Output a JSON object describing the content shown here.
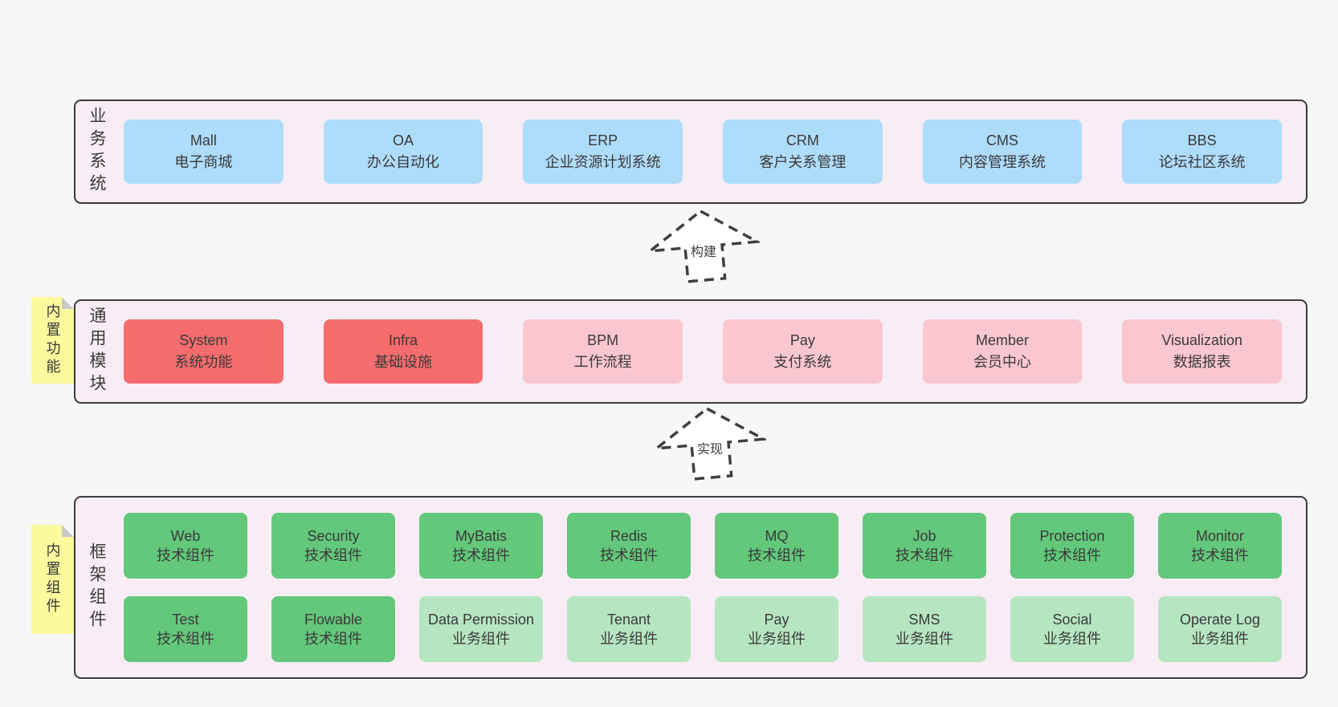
{
  "colors": {
    "page_background": "#f7f7f7",
    "container_fill": "#f8edf5",
    "container_border": "#3b3b3b",
    "blue_box": "#aedcfb",
    "red_box": "#f56c6c",
    "pink_box": "#fac6d0",
    "green_box": "#63c87a",
    "light_green_box": "#b6e6c1",
    "note_yellow": "#fbfa9d",
    "note_fold_gray": "#c9c9c9",
    "text": "#3a3a3a"
  },
  "layers": {
    "business": {
      "label": "业务系统",
      "boxes": [
        {
          "title": "Mall",
          "subtitle": "电子商城"
        },
        {
          "title": "OA",
          "subtitle": "办公自动化"
        },
        {
          "title": "ERP",
          "subtitle": "企业资源计划系统"
        },
        {
          "title": "CRM",
          "subtitle": "客户关系管理"
        },
        {
          "title": "CMS",
          "subtitle": "内容管理系统"
        },
        {
          "title": "BBS",
          "subtitle": "论坛社区系统"
        }
      ]
    },
    "modules": {
      "label": "通用模块",
      "note": "内置功能",
      "boxes": [
        {
          "title": "System",
          "subtitle": "系统功能"
        },
        {
          "title": "Infra",
          "subtitle": "基础设施"
        },
        {
          "title": "BPM",
          "subtitle": "工作流程"
        },
        {
          "title": "Pay",
          "subtitle": "支付系统"
        },
        {
          "title": "Member",
          "subtitle": "会员中心"
        },
        {
          "title": "Visualization",
          "subtitle": "数据报表"
        }
      ]
    },
    "framework": {
      "label": "框架组件",
      "note": "内置组件",
      "row1": [
        {
          "title": "Web",
          "subtitle": "技术组件"
        },
        {
          "title": "Security",
          "subtitle": "技术组件"
        },
        {
          "title": "MyBatis",
          "subtitle": "技术组件"
        },
        {
          "title": "Redis",
          "subtitle": "技术组件"
        },
        {
          "title": "MQ",
          "subtitle": "技术组件"
        },
        {
          "title": "Job",
          "subtitle": "技术组件"
        },
        {
          "title": "Protection",
          "subtitle": "技术组件"
        },
        {
          "title": "Monitor",
          "subtitle": "技术组件"
        }
      ],
      "row2": [
        {
          "title": "Test",
          "subtitle": "技术组件"
        },
        {
          "title": "Flowable",
          "subtitle": "技术组件"
        },
        {
          "title": "Data Permission",
          "subtitle": "业务组件"
        },
        {
          "title": "Tenant",
          "subtitle": "业务组件"
        },
        {
          "title": "Pay",
          "subtitle": "业务组件"
        },
        {
          "title": "SMS",
          "subtitle": "业务组件"
        },
        {
          "title": "Social",
          "subtitle": "业务组件"
        },
        {
          "title": "Operate Log",
          "subtitle": "业务组件"
        }
      ]
    }
  },
  "arrows": {
    "build": {
      "label": "构建"
    },
    "implement": {
      "label": "实现"
    }
  }
}
